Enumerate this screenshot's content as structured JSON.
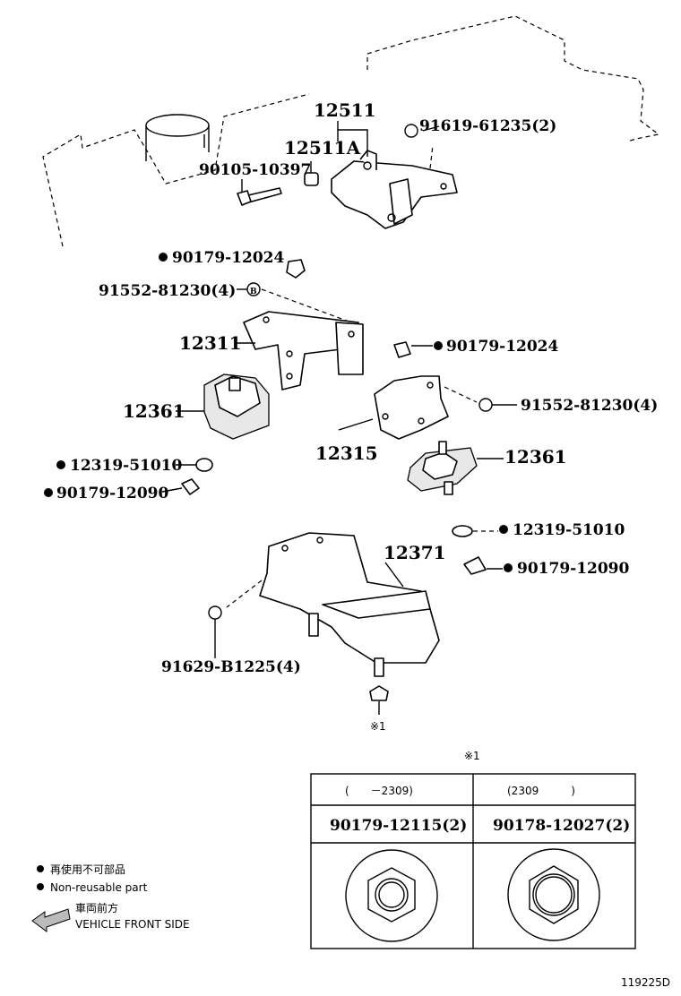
{
  "labels": {
    "p12511": "12511",
    "p12511a": "12511A",
    "p91619": "91619-61235(2)",
    "p90105": "90105-10397",
    "p90179_top": "90179-12024",
    "p91552_left": "91552-81230(4)",
    "p12311": "12311",
    "p90179_mid": "90179-12024",
    "p12361_left": "12361",
    "p91552_right": "91552-81230(4)",
    "p12315": "12315",
    "p12361_right": "12361",
    "p12319_left": "12319-51010",
    "p90179_12090_left": "90179-12090",
    "p12319_right": "12319-51010",
    "p90179_12090_right": "90179-12090",
    "p12371": "12371",
    "p91629": "91629-B1225(4)",
    "ref_x1": "※1",
    "b_mark": "B"
  },
  "table": {
    "ref": "※1",
    "col1_range": "(　　－2309)",
    "col2_range": "(2309　　　)",
    "col1_part": "90179-12115(2)",
    "col2_part": "90178-12027(2)"
  },
  "legend": {
    "nonreusable_jp": "再使用不可部品",
    "nonreusable_en": "Non-reusable part",
    "front_jp": "車両前方",
    "front_en": "VEHICLE FRONT SIDE"
  },
  "figure_id": "119225D"
}
